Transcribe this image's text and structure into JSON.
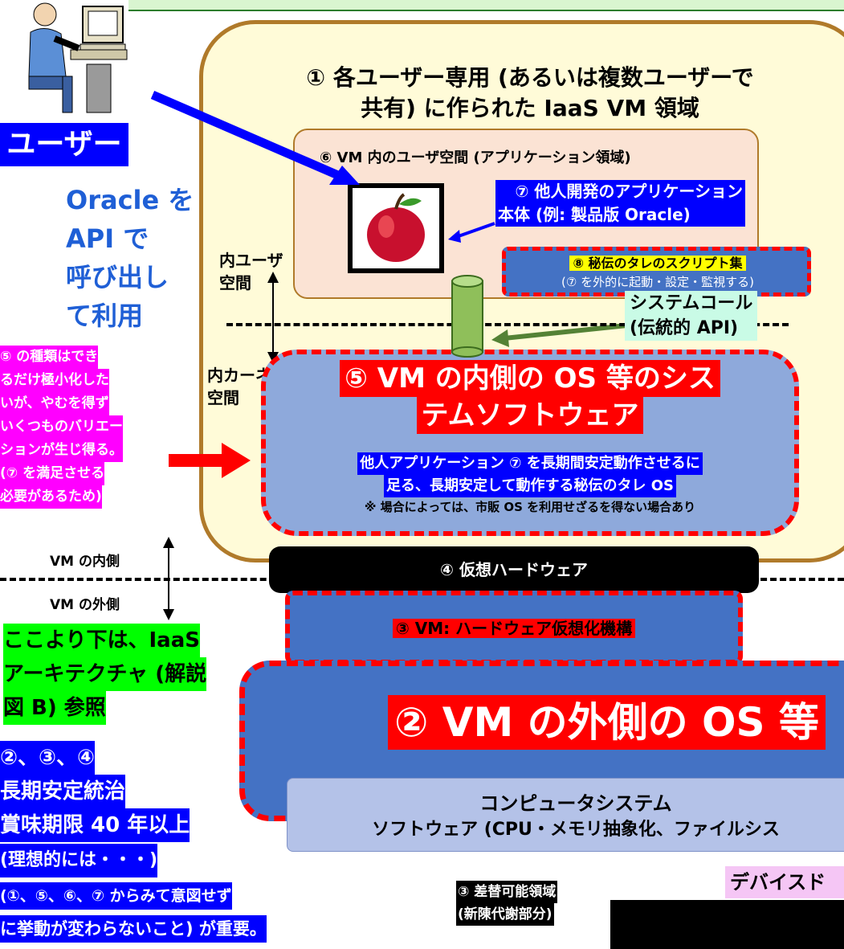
{
  "region1": {
    "title_line1": "① 各ユーザー専用 (あるいは複数ユーザーで",
    "title_line2": "共有) に作られた IaaS VM 領域"
  },
  "region6": {
    "title": "⑥ VM 内のユーザ空間 (アプリケーション領域)"
  },
  "app7": {
    "line1": "⑦ 他人開発のアプリケーション",
    "line2": "本体 (例: 製品版 Oracle)"
  },
  "scripts8": {
    "line1": "⑧ 秘伝のタレのスクリプト集",
    "line2": "(⑦ を外的に起動・設定・監視する)"
  },
  "user": {
    "label": "ユーザー",
    "desc_lines": [
      "Oracle を",
      "API で",
      "呼び出し",
      "て利用"
    ]
  },
  "space": {
    "inner_user_line1": "内ユーザ",
    "inner_user_line2": "空間",
    "inner_kernel_line1": "内カーネル",
    "inner_kernel_line2": "空間"
  },
  "syscall": {
    "line1": "システムコール",
    "line2": "(伝統的 API)"
  },
  "os5": {
    "title_line1": "⑤ VM の内側の OS 等のシス",
    "title_line2": "テムソフトウェア",
    "desc_line1": "他人アプリケーション ⑦ を長期間安定動作させるに",
    "desc_line2": "足る、長期安定して動作する秘伝のタレ OS",
    "note": "※ 場合によっては、市販 OS を利用せざるを得ない場合あり"
  },
  "note5": {
    "lines": [
      "⑤ の種類はでき",
      "るだけ極小化した",
      "いが、やむを得ず",
      "いくつものバリエー",
      "ションが生じ得る。",
      "(⑦ を満足させる",
      "必要があるため)"
    ]
  },
  "vm_boundary": {
    "inner": "VM の内側",
    "outer": "VM の外側"
  },
  "hw4": {
    "label": "④ 仮想ハードウェア"
  },
  "vm3": {
    "label": "③ VM: ハードウェア仮想化機構"
  },
  "os2": {
    "title": "② VM の外側の OS 等"
  },
  "computer": {
    "line1": "コンピュータシステム",
    "line2": "ソフトウェア (CPU・メモリ抽象化、ファイルシス"
  },
  "iaas_note": {
    "lines": [
      "ここより下は、IaaS",
      "アーキテクチャ (解説",
      "図 B) 参照"
    ]
  },
  "governance": {
    "lines": [
      "②、③、④",
      "長期安定統治",
      "賞味期限 40 年以上",
      "(理想的には・・・)"
    ],
    "sub_lines": [
      "(①、⑤、⑥、⑦ からみて意図せず",
      "に挙動が変わらないこと) が重要。"
    ]
  },
  "replace3": {
    "line1": "③ 差替可能領域",
    "line2": "(新陳代謝部分)"
  },
  "device": {
    "label": "デバイスド"
  },
  "icons": {
    "user_pc": "person-at-computer-icon",
    "app": "apple-icon",
    "syscall": "cylinder-icon"
  },
  "colors": {
    "yellow_bg": "#fffbd8",
    "brown_border": "#b07a2a",
    "peach": "#fbe3d4",
    "blue": "#0000ff",
    "red": "#ff0000",
    "magenta": "#ff00ff",
    "green": "#00ff00",
    "steel": "#8ea9db",
    "dark_blue": "#4472c4"
  }
}
